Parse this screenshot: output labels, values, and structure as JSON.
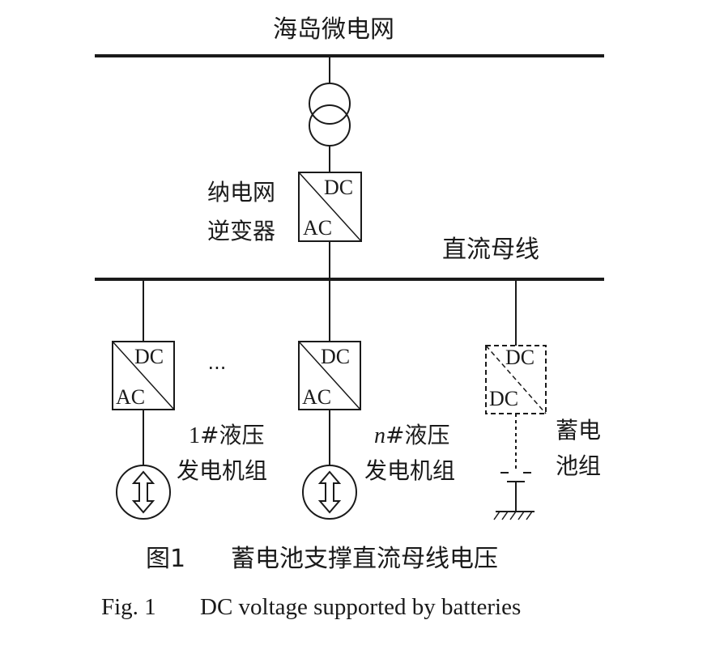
{
  "diagram": {
    "top_bus_label": "海岛微电网",
    "inverter_label_line1": "纳电网",
    "inverter_label_line2": "逆变器",
    "dc_bus_label": "直流母线",
    "converter_dc": "DC",
    "converter_ac": "AC",
    "ellipsis": "···",
    "gen1_line1_prefix": "1",
    "gen1_line1_rest": "#液压",
    "gen1_line2": "发电机组",
    "genn_line1_prefix": "n",
    "genn_line1_rest": "#液压",
    "genn_line2": "发电机组",
    "battery_label_line1": "蓄电",
    "battery_label_line2": "池组"
  },
  "caption": {
    "cn_number": "图1",
    "cn_text": "蓄电池支撑直流母线电压",
    "en_number": "Fig. 1",
    "en_text": "DC voltage supported by batteries"
  }
}
